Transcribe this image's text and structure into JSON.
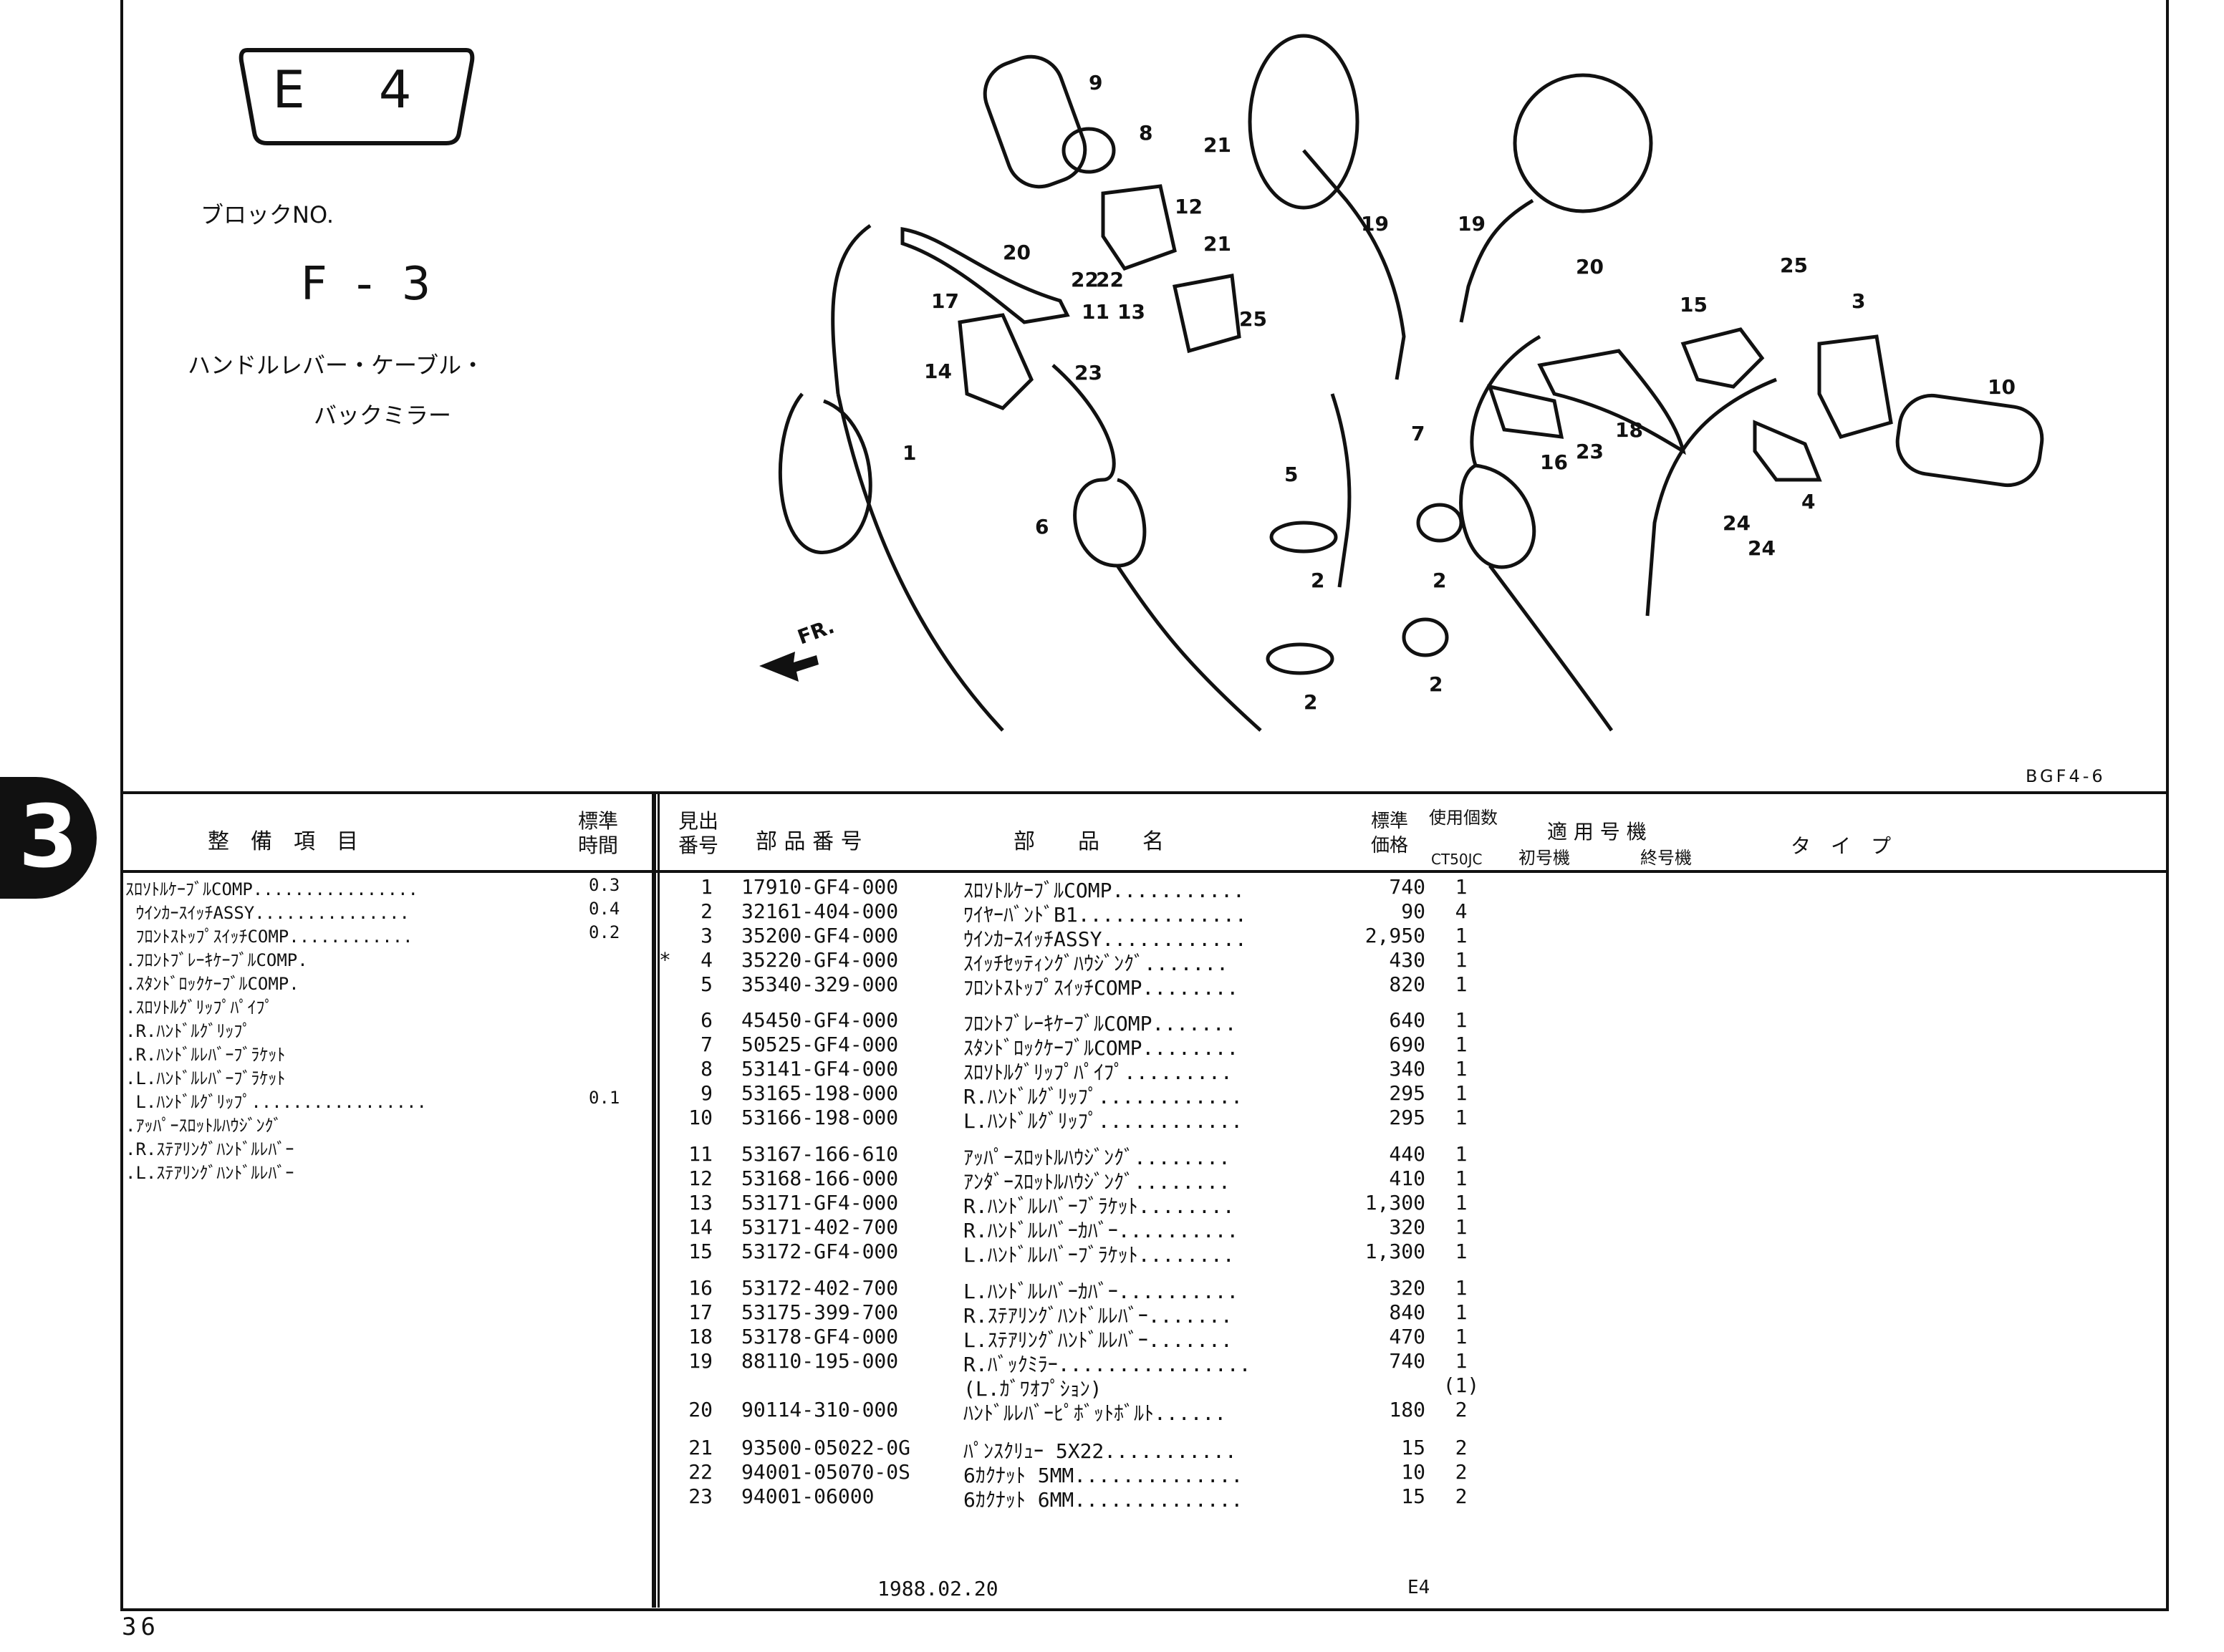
{
  "page": {
    "block_badge": "E 4",
    "block_no_label": "ブロックNO.",
    "block_no": "F - 3",
    "block_title_line1": "ハンドルレバー・ケーブル・",
    "block_title_line2": "バックミラー",
    "chapter_tab": "3",
    "figure_code": "BGF4-6",
    "fr_label": "FR.",
    "page_number": "36",
    "date": "1988.02.20",
    "footer_code": "E4"
  },
  "diagram_callouts": [
    "1",
    "2",
    "2",
    "2",
    "2",
    "3",
    "4",
    "5",
    "6",
    "7",
    "8",
    "9",
    "10",
    "11",
    "12",
    "13",
    "14",
    "15",
    "16",
    "17",
    "18",
    "19",
    "19",
    "20",
    "20",
    "21",
    "21",
    "22",
    "22",
    "23",
    "23",
    "24",
    "24",
    "25",
    "25"
  ],
  "service_table": {
    "header_item": "整　備　項　目",
    "header_time": "標準時間",
    "rows": [
      {
        "item": "ｽﾛｿﾄﾙｹｰﾌﾞﾙCOMP................",
        "time": "0.3"
      },
      {
        "item": " ｳｲﾝｶｰｽｲｯﾁASSY...............",
        "time": "0.4"
      },
      {
        "item": " ﾌﾛﾝﾄｽﾄｯﾌﾟｽｲｯﾁCOMP............",
        "time": "0.2"
      },
      {
        "item": ".ﾌﾛﾝﾄﾌﾞﾚｰｷｹｰﾌﾞﾙCOMP.",
        "time": ""
      },
      {
        "item": ".ｽﾀﾝﾄﾞﾛｯｸｹｰﾌﾞﾙCOMP.",
        "time": ""
      },
      {
        "item": ".ｽﾛｿﾄﾙｸﾞﾘｯﾌﾟﾊﾟｲﾌﾟ",
        "time": ""
      },
      {
        "item": ".R.ﾊﾝﾄﾞﾙｸﾞﾘｯﾌﾟ",
        "time": ""
      },
      {
        "item": ".R.ﾊﾝﾄﾞﾙﾚﾊﾞｰﾌﾞﾗｹｯﾄ",
        "time": ""
      },
      {
        "item": ".L.ﾊﾝﾄﾞﾙﾚﾊﾞｰﾌﾞﾗｹｯﾄ",
        "time": ""
      },
      {
        "item": " L.ﾊﾝﾄﾞﾙｸﾞﾘｯﾌﾟ.................",
        "time": "0.1"
      },
      {
        "item": ".ｱｯﾊﾟｰｽﾛｯﾄﾙﾊｳｼﾞﾝｸﾞ",
        "time": ""
      },
      {
        "item": ".R.ｽﾃｱﾘﾝｸﾞﾊﾝﾄﾞﾙﾚﾊﾞｰ",
        "time": ""
      },
      {
        "item": ".L.ｽﾃｱﾘﾝｸﾞﾊﾝﾄﾞﾙﾚﾊﾞｰ",
        "time": ""
      }
    ]
  },
  "parts_table": {
    "header_no": "見出番号",
    "header_part_no": "部 品 番 号",
    "header_name": "部　　品　　名",
    "header_price": "標準価格",
    "header_qty": "使用個数",
    "header_qty_model": "CT50JC",
    "header_applicable": "適 用 号 機",
    "header_first": "初号機",
    "header_last": "終号機",
    "header_type": "タ　イ　プ",
    "rows": [
      {
        "mark": "",
        "no": "1",
        "part_no": "17910-GF4-000",
        "name": "ｽﾛｿﾄﾙｹｰﾌﾞﾙCOMP...........",
        "price": "740",
        "qty": "1"
      },
      {
        "mark": "",
        "no": "2",
        "part_no": "32161-404-000",
        "name": "ﾜｲﾔｰﾊﾞﾝﾄﾞB1..............",
        "price": "90",
        "qty": "4"
      },
      {
        "mark": "",
        "no": "3",
        "part_no": "35200-GF4-000",
        "name": "ｳｲﾝｶｰｽｲｯﾁASSY............",
        "price": "2,950",
        "qty": "1"
      },
      {
        "mark": "*",
        "no": "4",
        "part_no": "35220-GF4-000",
        "name": "ｽｲｯﾁｾｯﾃｨﾝｸﾞﾊｳｼﾞﾝｸﾞ.......",
        "price": "430",
        "qty": "1"
      },
      {
        "mark": "",
        "no": "5",
        "part_no": "35340-329-000",
        "name": "ﾌﾛﾝﾄｽﾄｯﾌﾟｽｲｯﾁCOMP........",
        "price": "820",
        "qty": "1"
      },
      {
        "mark": "",
        "no": "6",
        "part_no": "45450-GF4-000",
        "name": "ﾌﾛﾝﾄﾌﾞﾚｰｷｹｰﾌﾞﾙCOMP.......",
        "price": "640",
        "qty": "1"
      },
      {
        "mark": "",
        "no": "7",
        "part_no": "50525-GF4-000",
        "name": "ｽﾀﾝﾄﾞﾛｯｸｹｰﾌﾞﾙCOMP........",
        "price": "690",
        "qty": "1"
      },
      {
        "mark": "",
        "no": "8",
        "part_no": "53141-GF4-000",
        "name": "ｽﾛｿﾄﾙｸﾞﾘｯﾌﾟﾊﾟｲﾌﾟ.........",
        "price": "340",
        "qty": "1"
      },
      {
        "mark": "",
        "no": "9",
        "part_no": "53165-198-000",
        "name": "R.ﾊﾝﾄﾞﾙｸﾞﾘｯﾌﾟ............",
        "price": "295",
        "qty": "1"
      },
      {
        "mark": "",
        "no": "10",
        "part_no": "53166-198-000",
        "name": "L.ﾊﾝﾄﾞﾙｸﾞﾘｯﾌﾟ............",
        "price": "295",
        "qty": "1"
      },
      {
        "mark": "",
        "no": "11",
        "part_no": "53167-166-610",
        "name": "ｱｯﾊﾟｰｽﾛｯﾄﾙﾊｳｼﾞﾝｸﾞ........",
        "price": "440",
        "qty": "1"
      },
      {
        "mark": "",
        "no": "12",
        "part_no": "53168-166-000",
        "name": "ｱﾝﾀﾞｰｽﾛｯﾄﾙﾊｳｼﾞﾝｸﾞ........",
        "price": "410",
        "qty": "1"
      },
      {
        "mark": "",
        "no": "13",
        "part_no": "53171-GF4-000",
        "name": "R.ﾊﾝﾄﾞﾙﾚﾊﾞｰﾌﾞﾗｹｯﾄ........",
        "price": "1,300",
        "qty": "1"
      },
      {
        "mark": "",
        "no": "14",
        "part_no": "53171-402-700",
        "name": "R.ﾊﾝﾄﾞﾙﾚﾊﾞｰｶﾊﾞｰ..........",
        "price": "320",
        "qty": "1"
      },
      {
        "mark": "",
        "no": "15",
        "part_no": "53172-GF4-000",
        "name": "L.ﾊﾝﾄﾞﾙﾚﾊﾞｰﾌﾞﾗｹｯﾄ........",
        "price": "1,300",
        "qty": "1"
      },
      {
        "mark": "",
        "no": "16",
        "part_no": "53172-402-700",
        "name": "L.ﾊﾝﾄﾞﾙﾚﾊﾞｰｶﾊﾞｰ..........",
        "price": "320",
        "qty": "1"
      },
      {
        "mark": "",
        "no": "17",
        "part_no": "53175-399-700",
        "name": "R.ｽﾃｱﾘﾝｸﾞﾊﾝﾄﾞﾙﾚﾊﾞｰ.......",
        "price": "840",
        "qty": "1"
      },
      {
        "mark": "",
        "no": "18",
        "part_no": "53178-GF4-000",
        "name": "L.ｽﾃｱﾘﾝｸﾞﾊﾝﾄﾞﾙﾚﾊﾞｰ.......",
        "price": "470",
        "qty": "1"
      },
      {
        "mark": "",
        "no": "19",
        "part_no": "88110-195-000",
        "name": "R.ﾊﾞｯｸﾐﾗｰ................",
        "price": "740",
        "qty": "1"
      },
      {
        "mark": "",
        "no": "",
        "part_no": "",
        "name": "(L.ｶﾞﾜｵﾌﾟｼｮﾝ)",
        "price": "",
        "qty": "(1)"
      },
      {
        "mark": "",
        "no": "20",
        "part_no": "90114-310-000",
        "name": "ﾊﾝﾄﾞﾙﾚﾊﾞｰﾋﾟﾎﾞｯﾄﾎﾞﾙﾄ......",
        "price": "180",
        "qty": "2"
      },
      {
        "mark": "",
        "no": "21",
        "part_no": "93500-05022-0G",
        "name": "ﾊﾟﾝｽｸﾘｭｰ 5X22...........",
        "price": "15",
        "qty": "2"
      },
      {
        "mark": "",
        "no": "22",
        "part_no": "94001-05070-0S",
        "name": "6ｶｸﾅｯﾄ 5MM..............",
        "price": "10",
        "qty": "2"
      },
      {
        "mark": "",
        "no": "23",
        "part_no": "94001-06000",
        "name": "6ｶｸﾅｯﾄ 6MM..............",
        "price": "15",
        "qty": "2"
      }
    ]
  }
}
